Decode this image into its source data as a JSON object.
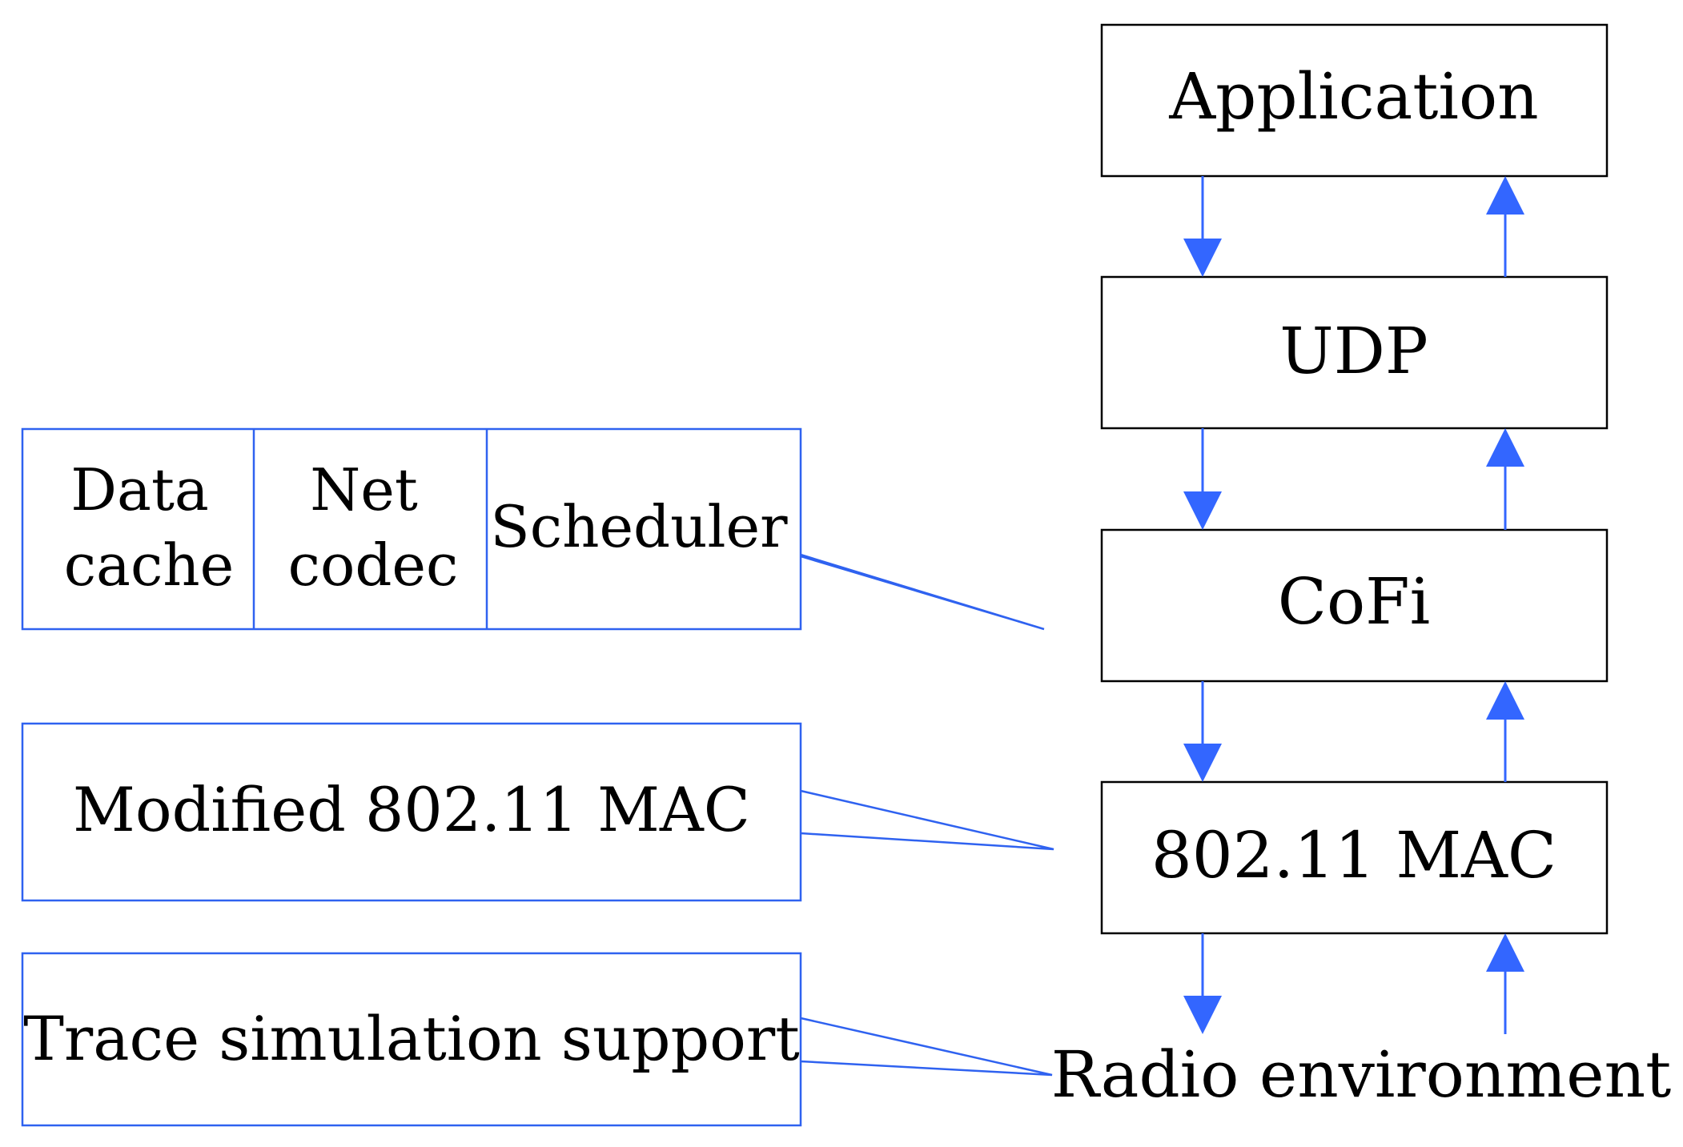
{
  "stack": {
    "application": "Application",
    "udp": "UDP",
    "cofi": "CoFi",
    "mac": "802.11 MAC",
    "radio": "Radio environment"
  },
  "cofi_components": {
    "data_cache": [
      "Data",
      "cache"
    ],
    "net_codec": [
      "Net",
      "codec"
    ],
    "scheduler": "Scheduler"
  },
  "callouts": {
    "modified_mac": "Modified 802.11 MAC",
    "trace_support": "Trace simulation support"
  },
  "colors": {
    "stack_border": "#000000",
    "callout_border": "#2f62f0",
    "arrow": "#3366ff"
  }
}
